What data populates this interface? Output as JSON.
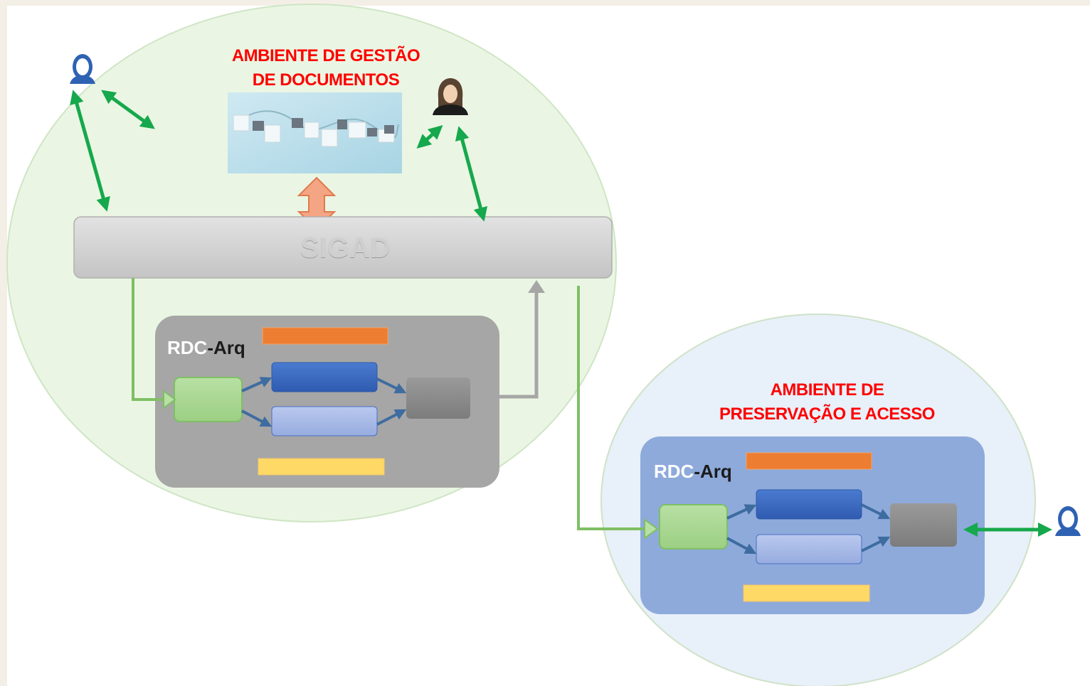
{
  "management_environment": {
    "title_line1": "AMBIENTE DE GESTÃO",
    "title_line2": "DE DOCUMENTOS",
    "system_label": "SIGAD",
    "repository_label_part1": "RDC",
    "repository_label_part2": "-Arq"
  },
  "preservation_environment": {
    "title_line1": "AMBIENTE DE",
    "title_line2": "PRESERVAÇÃO E ACESSO",
    "repository_label_part1": "RDC",
    "repository_label_part2": "-Arq"
  },
  "colors": {
    "title_red": "#ff0000",
    "env_green_fill": "#eaf6e3",
    "env_blue_fill": "#e8f0f9",
    "arrow_green": "#16a84c",
    "arrow_orange": "#f4a583",
    "flow_green": "#7fbf64",
    "flow_gray": "#a6a6a6"
  }
}
